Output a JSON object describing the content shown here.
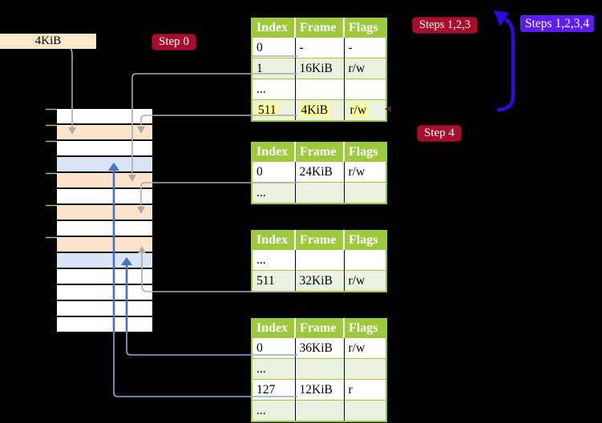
{
  "labels": {
    "frame_size": "4KiB",
    "step0": "Step 0",
    "steps123": "Steps 1,2,3",
    "steps1234": "Steps 1,2,3,4",
    "step4": "Step 4"
  },
  "tables": [
    {
      "name": "top-table",
      "headers": [
        "Index",
        "Frame",
        "Flags"
      ],
      "rows": [
        [
          "0",
          "-",
          "-"
        ],
        [
          "1",
          "16KiB",
          "r/w"
        ],
        [
          "...",
          "",
          ""
        ],
        [
          "511",
          "4KiB",
          "r/w"
        ]
      ]
    },
    {
      "name": "second-table",
      "headers": [
        "Index",
        "Frame",
        "Flags"
      ],
      "rows": [
        [
          "0",
          "24KiB",
          "r/w"
        ],
        [
          "...",
          "",
          ""
        ]
      ]
    },
    {
      "name": "third-table",
      "headers": [
        "Index",
        "Frame",
        "Flags"
      ],
      "rows": [
        [
          "...",
          "",
          ""
        ],
        [
          "511",
          "32KiB",
          "r/w"
        ]
      ]
    },
    {
      "name": "bottom-table",
      "headers": [
        "Index",
        "Frame",
        "Flags"
      ],
      "rows": [
        [
          "0",
          "36KiB",
          "r/w"
        ],
        [
          "...",
          "",
          ""
        ],
        [
          "127",
          "12KiB",
          "r"
        ],
        [
          "...",
          "",
          ""
        ]
      ]
    }
  ],
  "memory": {
    "cells": [
      "white",
      "wheat",
      "white",
      "blue",
      "wheat",
      "white",
      "wheat",
      "white",
      "wheat",
      "blue",
      "white",
      "white",
      "white",
      "white"
    ]
  },
  "colors": {
    "crimson": "#A80D2D",
    "violet": "#5A1EF2",
    "deepblue": "#2F0BD9",
    "medblue": "#4472C4",
    "lightblue": "#8FAADC",
    "gray": "#ABABAB",
    "tablegreen": "#9CCA3C",
    "rowgreen": "#EBF1DE",
    "wheat": "#FCE4CA",
    "cellblue": "#D9E4F4",
    "highlight": "#FFFF9B",
    "boxwheat": "#FAE8C6"
  }
}
